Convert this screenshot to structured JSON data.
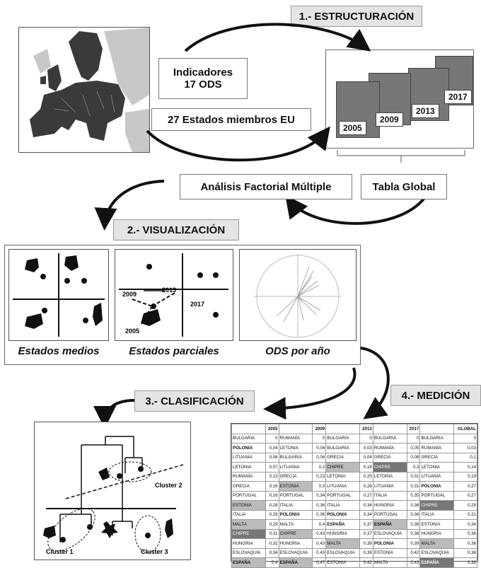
{
  "step1": {
    "label": "1.- ESTRUCTURACIÓN"
  },
  "indicadores": {
    "line1": "Indicadores",
    "line2": "17 ODS"
  },
  "estados": {
    "label": "27 Estados miembros EU"
  },
  "years": [
    "2005",
    "2009",
    "2013",
    "2017"
  ],
  "afm": {
    "label": "Análisis Factorial Múltiple"
  },
  "tabla_global": {
    "label": "Tabla Global"
  },
  "step2": {
    "label": "2.- VISUALIZACIÓN"
  },
  "panels": {
    "p1": {
      "caption": "Estados medios"
    },
    "p2": {
      "caption": "Estados  parciales",
      "y2009": "2009",
      "y2013": "2013",
      "y2017": "2017",
      "y2005": "2005"
    },
    "p3": {
      "caption": "ODS por año"
    }
  },
  "step3": {
    "label": "3.- CLASIFICACIÓN"
  },
  "clusters": {
    "c1": "Cluster 1",
    "c2": "Cluster 2",
    "c3": "Cluster 3"
  },
  "step4": {
    "label": "4.- MEDICIÓN"
  },
  "table": {
    "headers": [
      "",
      "2005",
      "",
      "2009",
      "",
      "2013",
      "",
      "2017",
      "",
      "GLOBAL"
    ],
    "rows": [
      [
        [
          "BULGARIA",
          "",
          ""
        ],
        [
          "0",
          "",
          ""
        ],
        [
          "RUMANÍA",
          "",
          ""
        ],
        [
          "0",
          "",
          ""
        ],
        [
          "BULGARIA",
          "",
          ""
        ],
        [
          "0",
          "",
          ""
        ],
        [
          "BULGARIA",
          "",
          ""
        ],
        [
          "0",
          "",
          ""
        ],
        [
          "BULGARIA",
          "",
          ""
        ],
        [
          "0",
          "",
          ""
        ]
      ],
      [
        [
          "POLONIA",
          "",
          "b"
        ],
        [
          "0,04",
          "",
          ""
        ],
        [
          "LETONIA",
          "",
          ""
        ],
        [
          "0,04",
          "",
          ""
        ],
        [
          "BULGARIA",
          "",
          ""
        ],
        [
          "0,03",
          "",
          ""
        ],
        [
          "RUMANÍA",
          "",
          ""
        ],
        [
          "0,05",
          "",
          ""
        ],
        [
          "RUMANÍA",
          "",
          ""
        ],
        [
          "0,03",
          "",
          ""
        ]
      ],
      [
        [
          "LITUANIA",
          "",
          ""
        ],
        [
          "0,06",
          "",
          ""
        ],
        [
          "BULGARIA",
          "",
          ""
        ],
        [
          "0,06",
          "",
          ""
        ],
        [
          "GRECIA",
          "",
          ""
        ],
        [
          "0,04",
          "",
          ""
        ],
        [
          "GRECIA",
          "",
          ""
        ],
        [
          "0,08",
          "",
          ""
        ],
        [
          "GRECIA",
          "",
          ""
        ],
        [
          "0,1",
          "",
          ""
        ]
      ],
      [
        [
          "LETONIA",
          "",
          ""
        ],
        [
          "0,07",
          "",
          ""
        ],
        [
          "LITUANIA",
          "",
          ""
        ],
        [
          "0,2",
          "",
          ""
        ],
        [
          "CHIPRE",
          "h",
          ""
        ],
        [
          "0,18",
          "",
          ""
        ],
        [
          "CHIPRE",
          "d",
          ""
        ],
        [
          "0,3",
          "",
          ""
        ],
        [
          "LETONIA",
          "",
          ""
        ],
        [
          "0,14",
          "",
          ""
        ]
      ],
      [
        [
          "RUMANÍA",
          "",
          ""
        ],
        [
          "0,13",
          "",
          ""
        ],
        [
          "GRECIA",
          "",
          ""
        ],
        [
          "0,23",
          "",
          ""
        ],
        [
          "LETONIA",
          "",
          ""
        ],
        [
          "0,25",
          "",
          ""
        ],
        [
          "LETONIA",
          "",
          ""
        ],
        [
          "0,31",
          "",
          ""
        ],
        [
          "LITUANIA",
          "",
          ""
        ],
        [
          "0,19",
          "",
          ""
        ]
      ],
      [
        [
          "GRECIA",
          "",
          ""
        ],
        [
          "0,16",
          "",
          ""
        ],
        [
          "ESTONIA",
          "h",
          ""
        ],
        [
          "0,3",
          "",
          ""
        ],
        [
          "LITUANIA",
          "",
          ""
        ],
        [
          "0,26",
          "",
          ""
        ],
        [
          "LITUANIA",
          "",
          ""
        ],
        [
          "0,31",
          "",
          ""
        ],
        [
          "POLONIA",
          "",
          "b"
        ],
        [
          "0,27",
          "",
          ""
        ]
      ],
      [
        [
          "PORTUGAL",
          "",
          ""
        ],
        [
          "0,16",
          "",
          ""
        ],
        [
          "PORTUGAL",
          "",
          ""
        ],
        [
          "0,34",
          "",
          ""
        ],
        [
          "PORTUGAL",
          "",
          ""
        ],
        [
          "0,27",
          "",
          ""
        ],
        [
          "ITALIA",
          "",
          ""
        ],
        [
          "0,35",
          "",
          ""
        ],
        [
          "PORTUGAL",
          "",
          ""
        ],
        [
          "0,27",
          "",
          ""
        ]
      ],
      [
        [
          "ESTONIA",
          "h",
          ""
        ],
        [
          "0,28",
          "",
          ""
        ],
        [
          "ITALIA",
          "",
          ""
        ],
        [
          "0,36",
          "",
          ""
        ],
        [
          "ITALIA",
          "",
          ""
        ],
        [
          "0,34",
          "",
          ""
        ],
        [
          "HUNGRIA",
          "",
          ""
        ],
        [
          "0,36",
          "",
          ""
        ],
        [
          "CHIPRE",
          "d",
          ""
        ],
        [
          "0,29",
          "",
          ""
        ]
      ],
      [
        [
          "ITALIA",
          "",
          ""
        ],
        [
          "0,29",
          "",
          ""
        ],
        [
          "POLONIA",
          "",
          "b"
        ],
        [
          "0,36",
          "",
          ""
        ],
        [
          "POLONIA",
          "",
          "b"
        ],
        [
          "0,34",
          "",
          ""
        ],
        [
          "PORTUGAL",
          "",
          ""
        ],
        [
          "0,36",
          "",
          ""
        ],
        [
          "ITALIA",
          "",
          ""
        ],
        [
          "0,31",
          "",
          ""
        ]
      ],
      [
        [
          "MALTA",
          "h",
          ""
        ],
        [
          "0,29",
          "",
          ""
        ],
        [
          "MALTA",
          "",
          ""
        ],
        [
          "0,4",
          "",
          ""
        ],
        [
          "ESPAÑA",
          "",
          "b"
        ],
        [
          "0,37",
          "",
          ""
        ],
        [
          "ESPAÑA",
          "h",
          "b"
        ],
        [
          "0,38",
          "",
          ""
        ],
        [
          "ESTONIA",
          "",
          ""
        ],
        [
          "0,34",
          "",
          ""
        ]
      ],
      [
        [
          "CHIPRE",
          "d",
          ""
        ],
        [
          "0,31",
          "",
          ""
        ],
        [
          "CHIPRE",
          "h",
          ""
        ],
        [
          "0,43",
          "",
          ""
        ],
        [
          "HUNGRIA",
          "",
          ""
        ],
        [
          "0,37",
          "",
          ""
        ],
        [
          "ESLOVAQUIA",
          "",
          ""
        ],
        [
          "0,38",
          "",
          ""
        ],
        [
          "HUNGRIA",
          "",
          ""
        ],
        [
          "0,36",
          "",
          ""
        ]
      ],
      [
        [
          "HUNGRIA",
          "",
          ""
        ],
        [
          "0,32",
          "",
          ""
        ],
        [
          "HUNGRIA",
          "",
          ""
        ],
        [
          "0,43",
          "",
          ""
        ],
        [
          "MALTA",
          "h",
          ""
        ],
        [
          "0,38",
          "",
          ""
        ],
        [
          "POLONIA",
          "",
          "b"
        ],
        [
          "0,39",
          "",
          ""
        ],
        [
          "MALTA",
          "h",
          ""
        ],
        [
          "0,36",
          "",
          ""
        ]
      ],
      [
        [
          "ESLOVAQUIA",
          "",
          ""
        ],
        [
          "0,34",
          "",
          ""
        ],
        [
          "ESLOVAQUIA",
          "",
          ""
        ],
        [
          "0,43",
          "",
          ""
        ],
        [
          "ESLOVAQUIA",
          "",
          ""
        ],
        [
          "0,38",
          "",
          ""
        ],
        [
          "ESTONIA",
          "",
          ""
        ],
        [
          "0,42",
          "",
          ""
        ],
        [
          "ESLOVAQUIA",
          "",
          ""
        ],
        [
          "0,36",
          "",
          ""
        ]
      ],
      [
        [
          "ESPAÑA",
          "h",
          "b"
        ],
        [
          "0,4",
          "",
          ""
        ],
        [
          "ESPAÑA",
          "h",
          "b"
        ],
        [
          "0,47",
          "",
          ""
        ],
        [
          "ESTONIA",
          "",
          ""
        ],
        [
          "0,42",
          "",
          ""
        ],
        [
          "MALTA",
          "",
          ""
        ],
        [
          "0,43",
          "",
          ""
        ],
        [
          "ESPAÑA",
          "d",
          "b"
        ],
        [
          "0,39",
          "",
          ""
        ]
      ]
    ]
  }
}
